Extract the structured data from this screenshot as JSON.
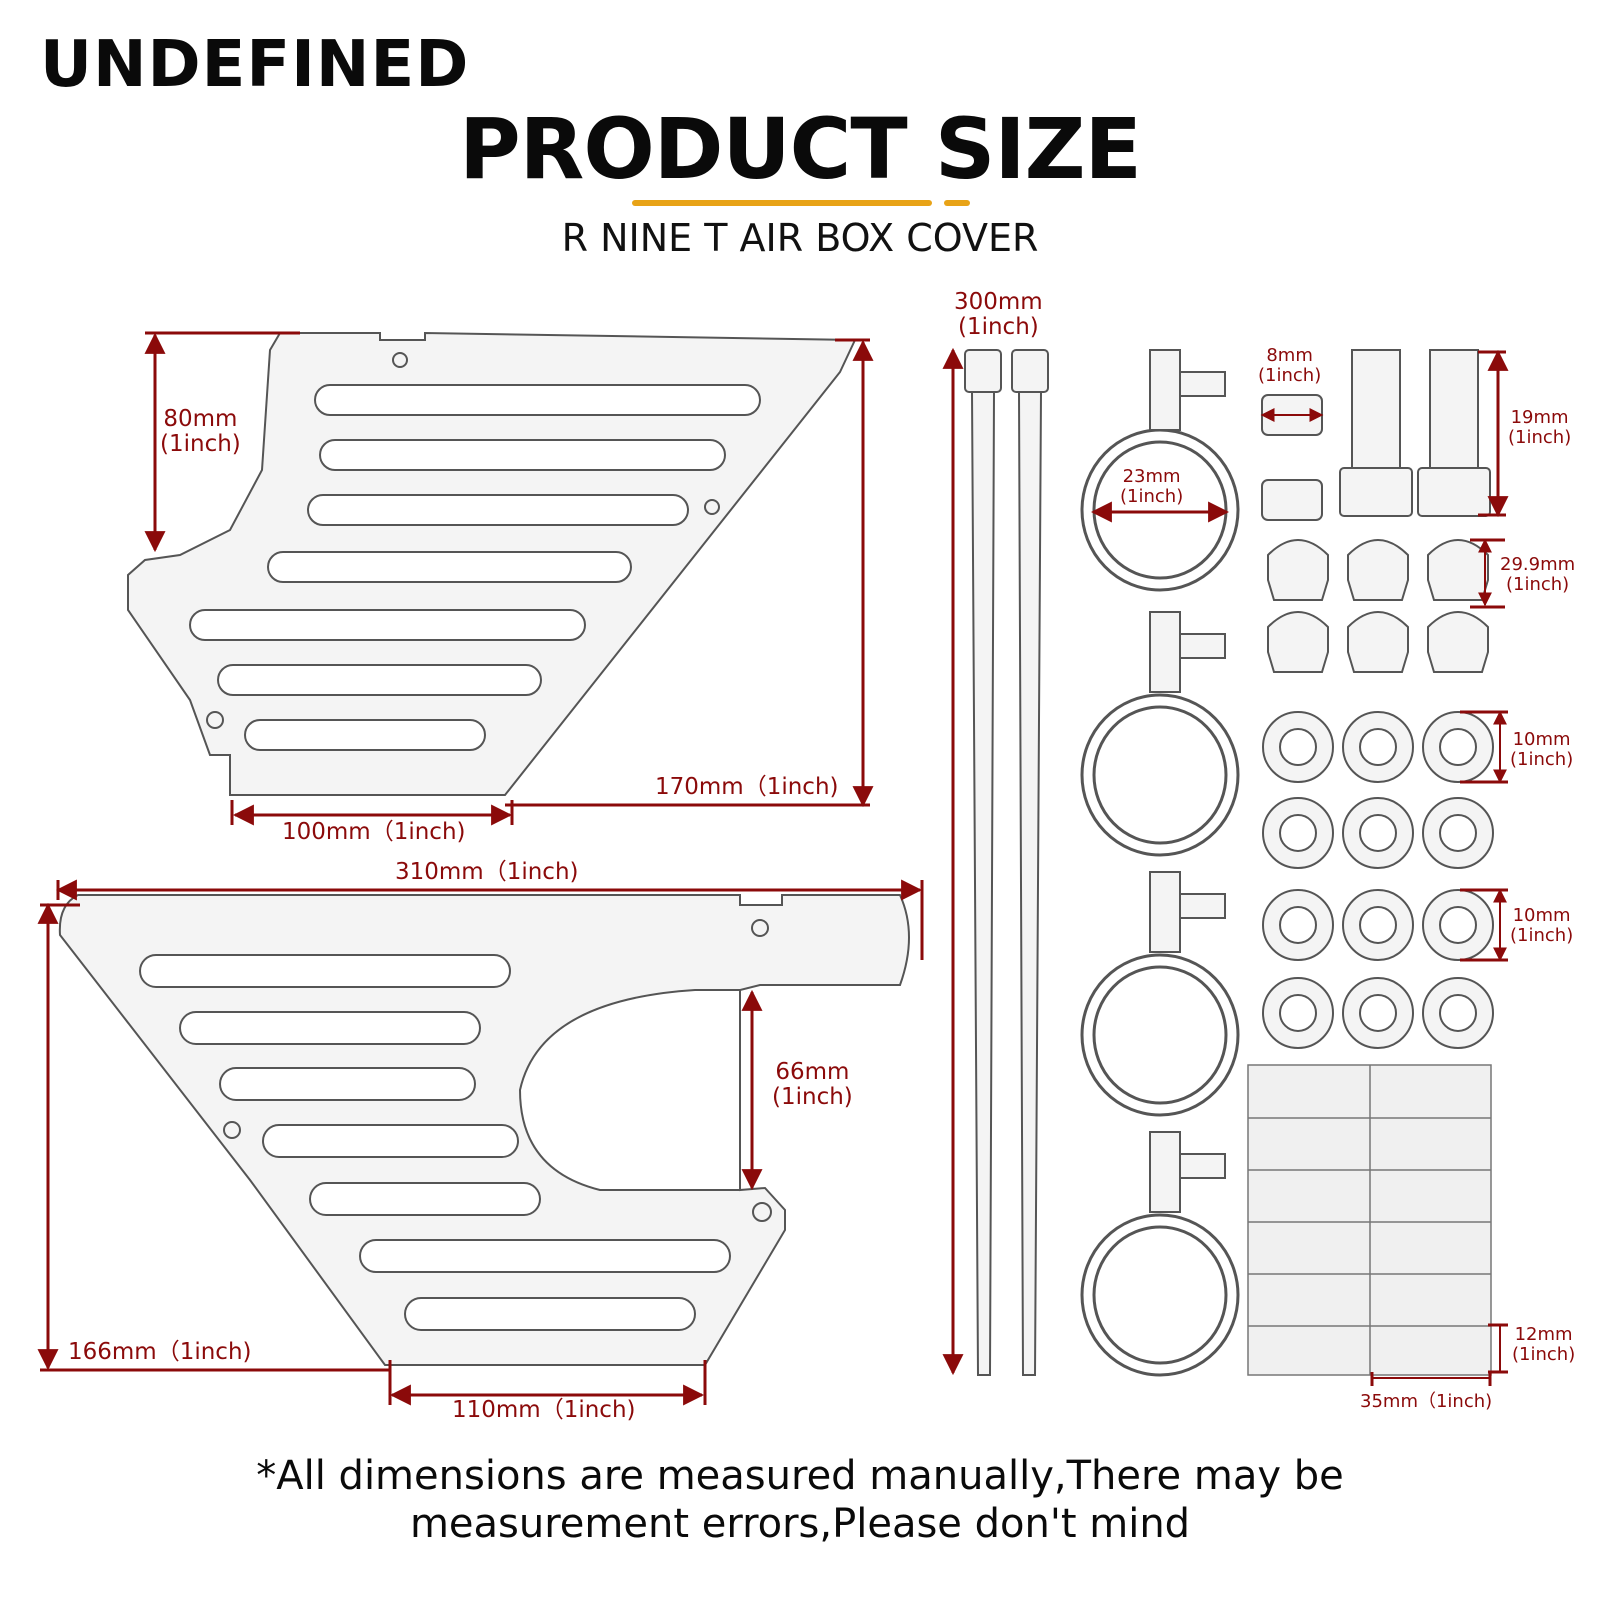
{
  "brand": "UNDEFINED",
  "title": "PRODUCT SIZE",
  "subtitle": "R NINE T AIR BOX COVER",
  "accent_color": "#e8a317",
  "dimension_color": "#8b0a0a",
  "dimensions": {
    "upper_height": {
      "value": "80mm",
      "unit": "(1inch)"
    },
    "upper_right_height": "170mm（1inch)",
    "upper_bottom_width": "100mm（1inch)",
    "lower_top_width": "310mm（1inch)",
    "lower_cutout": {
      "value": "66mm",
      "unit": "(1inch)"
    },
    "lower_left_height": "166mm（1inch)",
    "lower_bottom_width": "110mm（1inch)",
    "cable_tie_length": {
      "value": "300mm",
      "unit": "(1inch)"
    },
    "clamp_diameter": {
      "value": "23mm",
      "unit": "(1inch)"
    },
    "nut_size": {
      "value": "8mm",
      "unit": "(1inch)"
    },
    "bolt_length": {
      "value": "19mm",
      "unit": "(1inch)"
    },
    "cap_nut": {
      "value": "29.9mm",
      "unit": "(1inch)"
    },
    "washer_a": {
      "value": "10mm",
      "unit": "(1inch)"
    },
    "washer_b": {
      "value": "10mm",
      "unit": "(1inch)"
    },
    "pad_thickness": {
      "value": "12mm",
      "unit": "(1inch)"
    },
    "pad_width": "35mm（1inch)"
  },
  "note": {
    "line1": "*All dimensions are measured manually,There may be",
    "line2": "measurement errors,Please don't mind"
  }
}
